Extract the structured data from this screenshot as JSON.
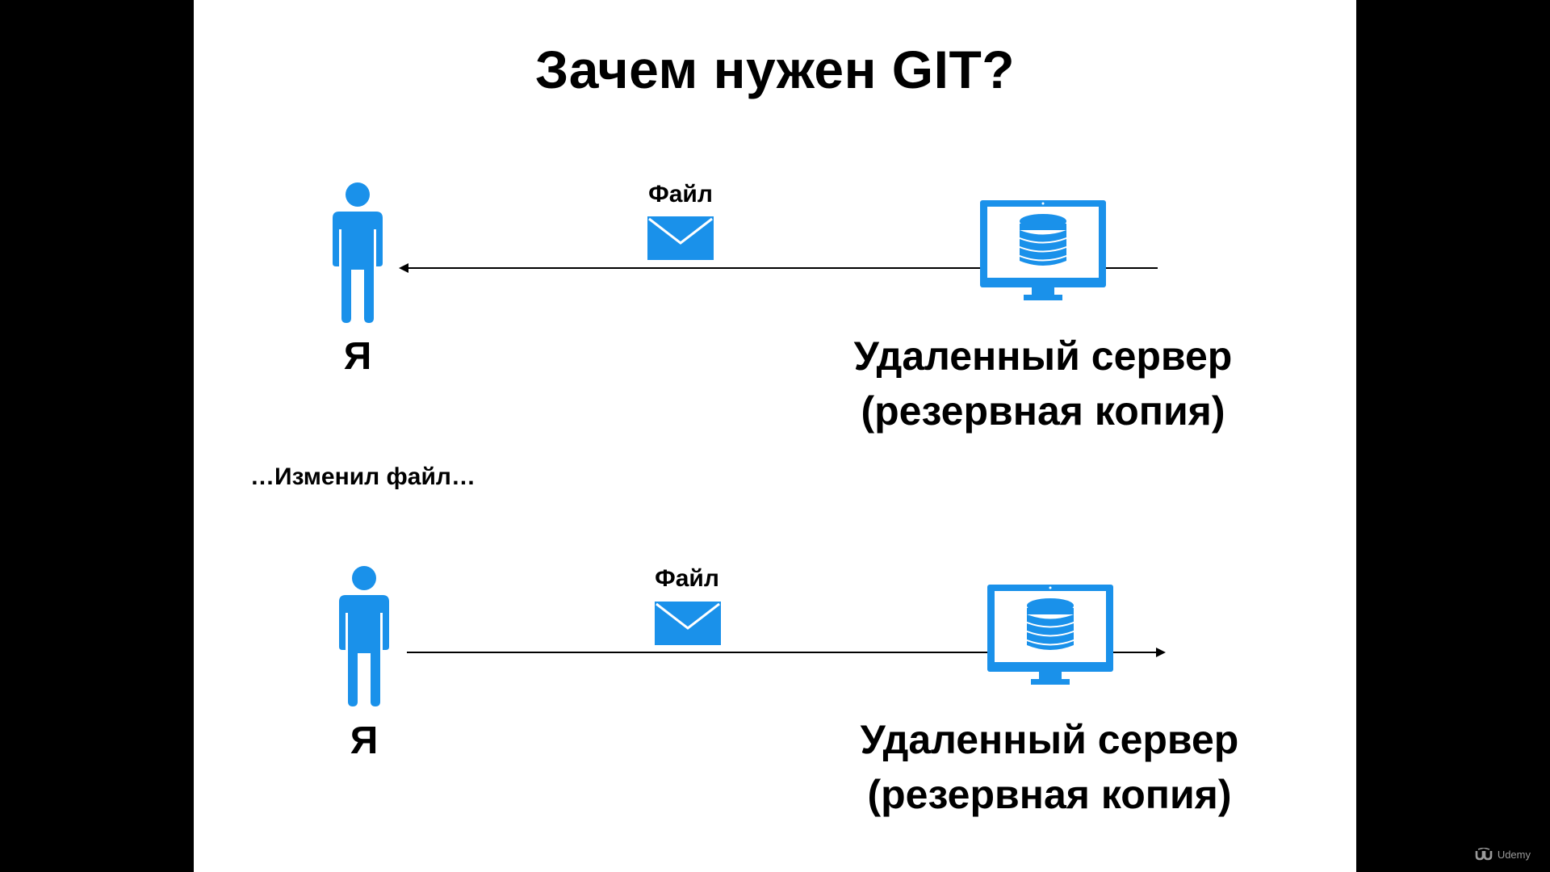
{
  "slide": {
    "title": "Зачем нужен GIT?",
    "caption": "…Изменил файл…",
    "accent_color": "#1a91ea",
    "icon_names": [
      "person-icon",
      "envelope-icon",
      "monitor-database-icon"
    ]
  },
  "diagram_top": {
    "person_label": "Я",
    "file_label": "Файл",
    "arrow_direction": "server-to-me",
    "server_label_line1": "Удаленный сервер",
    "server_label_line2": "(резервная копия)"
  },
  "diagram_bottom": {
    "person_label": "Я",
    "file_label": "Файл",
    "arrow_direction": "me-to-server",
    "server_label_line1": "Удаленный сервер",
    "server_label_line2": "(резервная копия)"
  },
  "watermark": {
    "text": "Udemy"
  }
}
